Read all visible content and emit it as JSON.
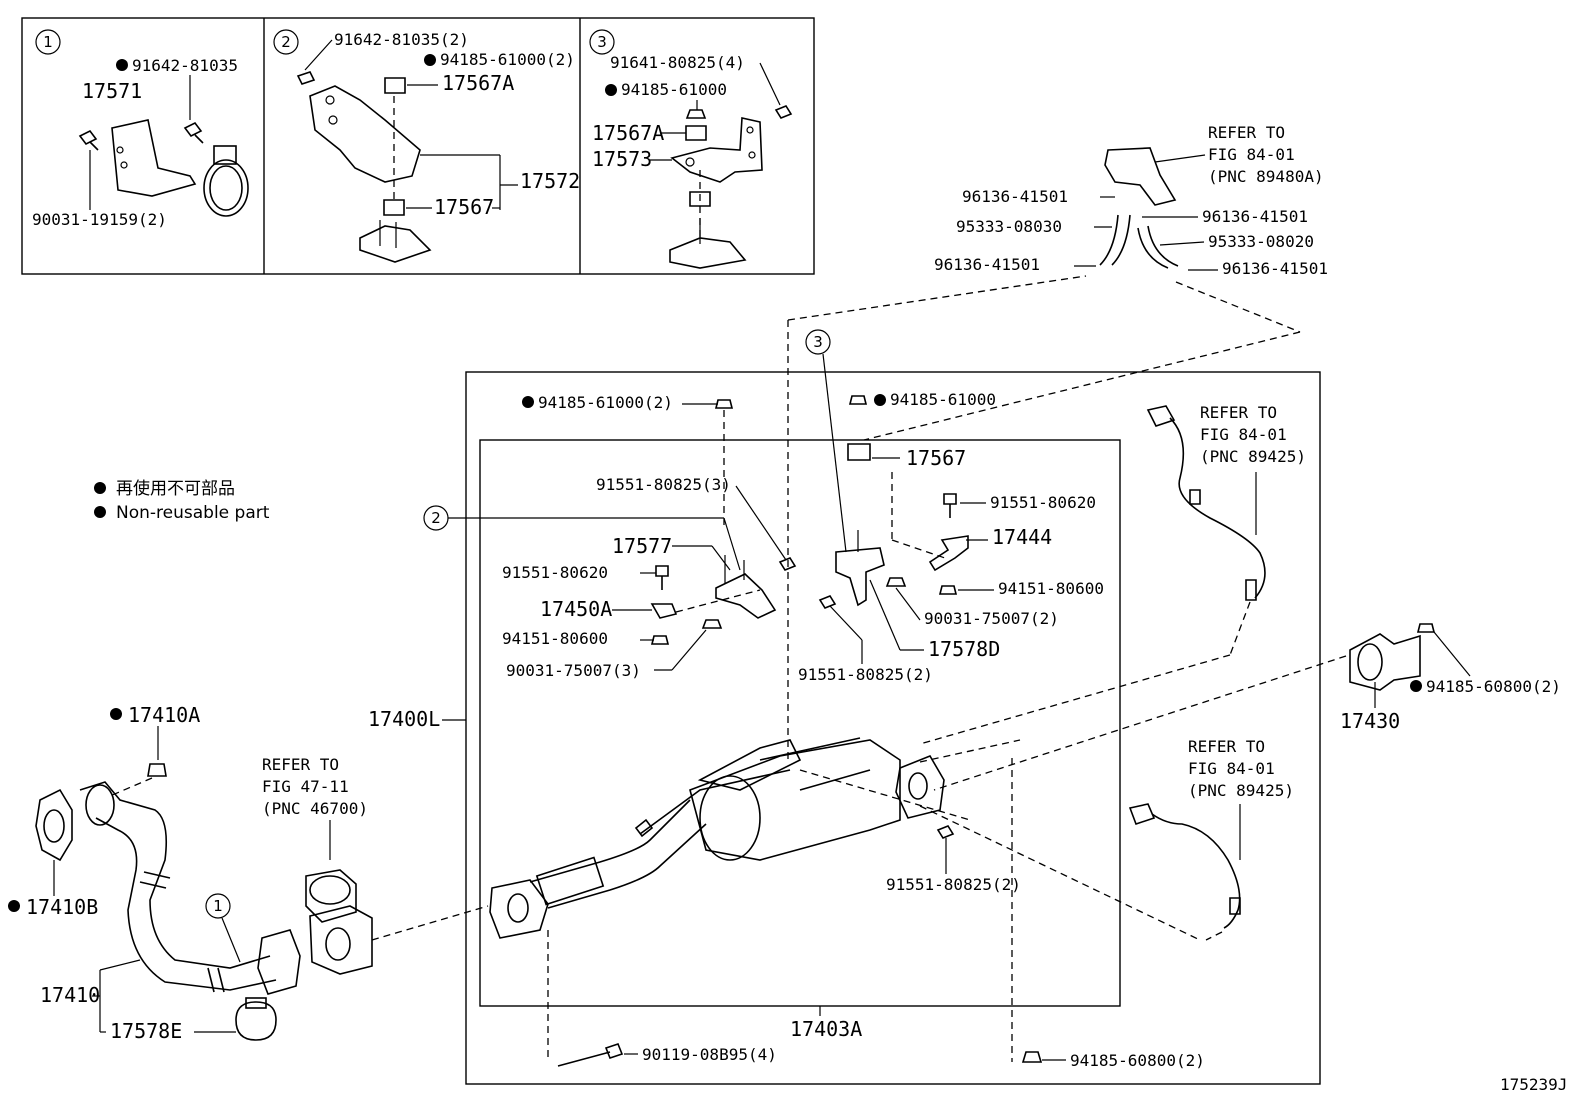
{
  "diagram_id": "175239J",
  "legend": {
    "japanese": "再使用不可部品",
    "english": "Non-reusable part"
  },
  "insets": [
    {
      "number": "1",
      "labels": [
        "91642-81035",
        "17571",
        "90031-19159(2)"
      ]
    },
    {
      "number": "2",
      "labels": [
        "91642-81035(2)",
        "94185-61000(2)",
        "17567A",
        "17572",
        "17567"
      ]
    },
    {
      "number": "3",
      "labels": [
        "91641-80825(4)",
        "94185-61000",
        "17567A",
        "17573"
      ]
    }
  ],
  "callouts": [
    "1",
    "2",
    "3"
  ],
  "refs": {
    "fig84_a": [
      "REFER TO",
      "FIG 84-01",
      "(PNC 89480A)"
    ],
    "fig84_b": [
      "REFER TO",
      "FIG 84-01",
      "(PNC 89425)"
    ],
    "fig84_c": [
      "REFER TO",
      "FIG 84-01",
      "(PNC 89425)"
    ],
    "fig47": [
      "REFER TO",
      "FIG 47-11",
      "(PNC 46700)"
    ]
  },
  "parts": {
    "p96136a": "96136-41501",
    "p95333a": "95333-08030",
    "p96136b": "96136-41501",
    "p96136c": "96136-41501",
    "p95333b": "95333-08020",
    "p96136d": "96136-41501",
    "p94185_2": "94185-61000(2)",
    "p94185_1": "94185-61000",
    "p17567": "17567",
    "p91551_80825_3": "91551-80825(3)",
    "p91551_80620_r": "91551-80620",
    "p17577": "17577",
    "p17444": "17444",
    "p91551_80620_l": "91551-80620",
    "p94151_r": "94151-80600",
    "p17450A": "17450A",
    "p90031_2": "90031-75007(2)",
    "p94151_l": "94151-80600",
    "p17578D": "17578D",
    "p90031_3": "90031-75007(3)",
    "p91551_80825_2a": "91551-80825(2)",
    "p17410A": "17410A",
    "p17400L": "17400L",
    "p17430": "17430",
    "p94185_60800_a": "94185-60800(2)",
    "p91551_80825_2b": "91551-80825(2)",
    "p17410B": "17410B",
    "p17410": "17410",
    "p17578E": "17578E",
    "p17403A": "17403A",
    "p90119": "90119-08B95(4)",
    "p94185_60800_b": "94185-60800(2)"
  }
}
